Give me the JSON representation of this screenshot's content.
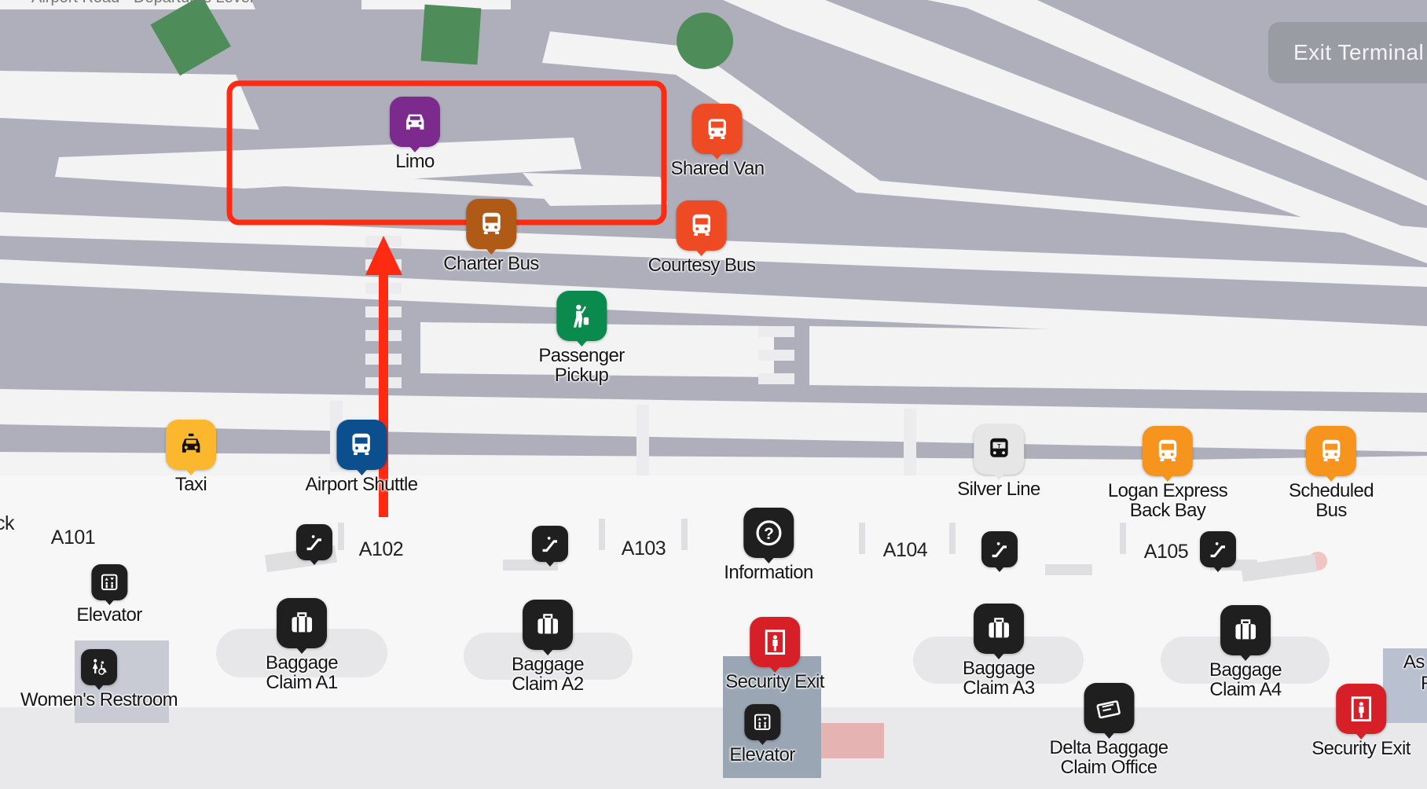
{
  "header": {
    "top_caption": "Airport Road - Departures Level"
  },
  "exit_button": {
    "label": "Exit Terminal"
  },
  "colors": {
    "road": "#aeafbb",
    "curb": "#f3f3f4",
    "highlight": "#ff2a12",
    "limo": "#7d2a8e",
    "shared_van": "#ee4a23",
    "charter_bus": "#b05a17",
    "passenger_pickup": "#0a8a4d",
    "taxi": "#fbb72d",
    "airport_shuttle": "#0b4f8e",
    "silver_line": "#e6e6e6",
    "logan_express": "#f7941d",
    "facility": "#1f1f1f",
    "security": "#d61f26"
  },
  "transport": [
    {
      "name": "Limo",
      "icon": "car-icon",
      "color": "#7d2a8e"
    },
    {
      "name": "Shared Van",
      "icon": "van-icon",
      "color": "#ee4a23"
    },
    {
      "name": "Charter Bus",
      "icon": "bus-icon",
      "color": "#b05a17"
    },
    {
      "name": "Courtesy Bus",
      "icon": "bus-icon",
      "color": "#ee4a23"
    },
    {
      "name": "Passenger\nPickup",
      "icon": "pickup-person-icon",
      "color": "#0a8a4d"
    },
    {
      "name": "Taxi",
      "icon": "taxi-icon",
      "color": "#fbb72d"
    },
    {
      "name": "Airport Shuttle",
      "icon": "bus-icon",
      "color": "#0b4f8e"
    },
    {
      "name": "Silver Line",
      "icon": "bus-icon",
      "color": "#e6e6e6"
    },
    {
      "name": "Logan Express\nBack Bay",
      "icon": "bus-icon",
      "color": "#f7941d"
    },
    {
      "name": "Scheduled\nBus",
      "icon": "bus-icon",
      "color": "#f7941d"
    }
  ],
  "gates": [
    "ck",
    "A101",
    "A102",
    "A103",
    "A104",
    "A105"
  ],
  "facilities": [
    {
      "name": "Information",
      "icon": "question-icon"
    },
    {
      "name": "Elevator",
      "icon": "elevator-icon"
    },
    {
      "name": "Women's Restroom",
      "icon": "restroom-icon"
    },
    {
      "name": "Baggage\nClaim A1",
      "icon": "luggage-icon"
    },
    {
      "name": "Baggage\nClaim A2",
      "icon": "luggage-icon"
    },
    {
      "name": "Security Exit",
      "icon": "security-exit-icon"
    },
    {
      "name": "Elevator",
      "icon": "elevator-icon"
    },
    {
      "name": "Baggage\nClaim A3",
      "icon": "luggage-icon"
    },
    {
      "name": "Baggage\nClaim A4",
      "icon": "luggage-icon"
    },
    {
      "name": "Delta Baggage\nClaim Office",
      "icon": "ticket-icon"
    },
    {
      "name": "Security Exit",
      "icon": "security-exit-icon"
    },
    {
      "name": "As",
      "icon": ""
    },
    {
      "name": "F",
      "icon": ""
    }
  ],
  "escalators": [
    {
      "icon": "escalator-icon"
    },
    {
      "icon": "escalator-icon"
    },
    {
      "icon": "escalator-icon"
    },
    {
      "icon": "escalator-icon"
    },
    {
      "icon": "escalator-icon"
    }
  ],
  "route": {
    "highlight": "limo-zone",
    "arrow": "up-arrow-icon"
  }
}
